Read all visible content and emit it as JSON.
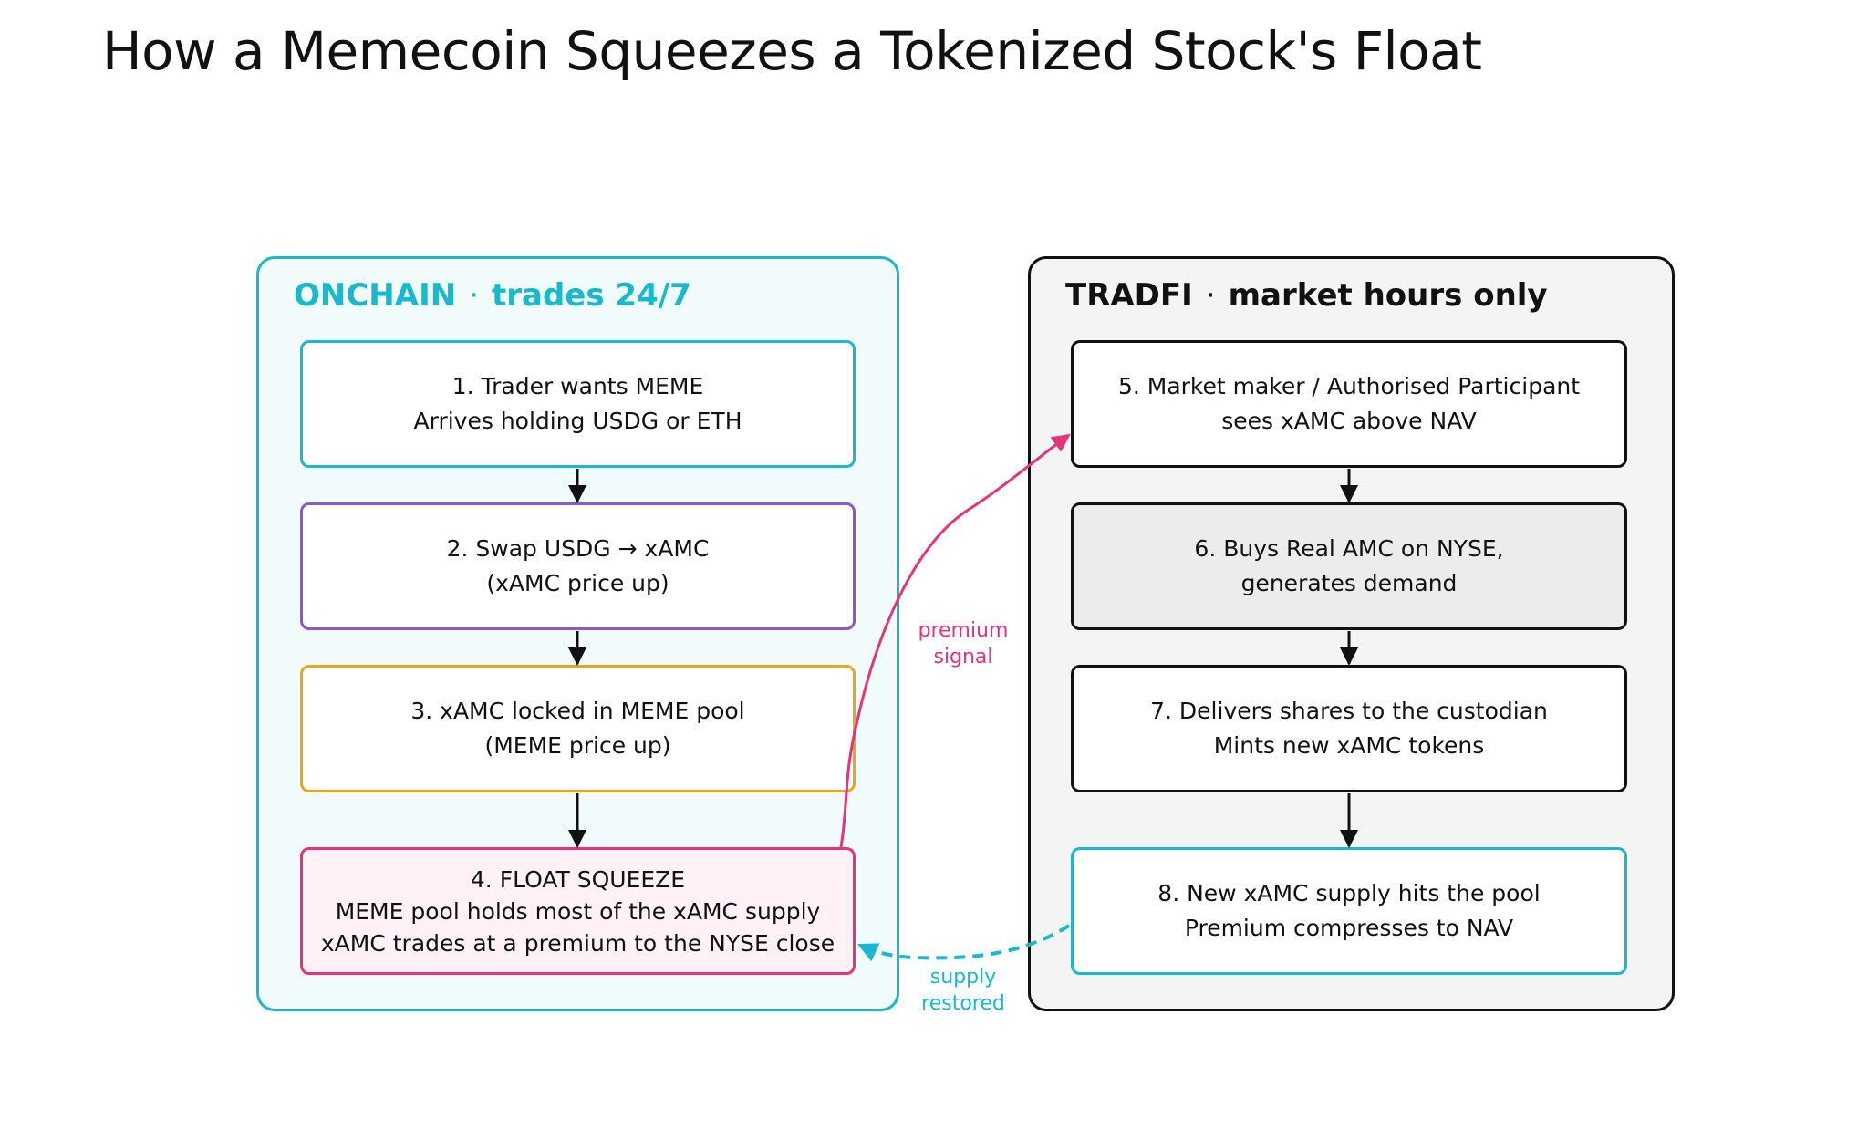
{
  "title": "How a Memecoin Squeezes a Tokenized Stock's Float",
  "onchain": {
    "name": "ONCHAIN",
    "separator": "·",
    "subtitle": "trades 24/7",
    "steps": [
      {
        "line1": "1.  Trader wants MEME",
        "line2": "Arrives holding USDG or ETH"
      },
      {
        "line1": "2.  Swap USDG → xAMC",
        "line2": "(xAMC price up)"
      },
      {
        "line1": "3.  xAMC locked in MEME pool",
        "line2": "(MEME price up)"
      },
      {
        "line1": "4.  FLOAT SQUEEZE",
        "line2": "MEME pool holds most of the xAMC supply",
        "line3": "xAMC trades at a premium to the NYSE close"
      }
    ]
  },
  "tradfi": {
    "name": "TRADFI",
    "separator": "·",
    "subtitle": "market hours only",
    "steps": [
      {
        "line1": "5.  Market maker / Authorised Participant",
        "line2": "sees xAMC above NAV"
      },
      {
        "line1": "6.  Buys Real AMC on NYSE,",
        "line2": "generates demand"
      },
      {
        "line1": "7.  Delivers shares to the custodian",
        "line2": "Mints new xAMC tokens"
      },
      {
        "line1": "8.  New xAMC supply hits the pool",
        "line2": "Premium compresses to NAV"
      }
    ]
  },
  "links": {
    "premium": {
      "line1": "premium",
      "line2": "signal",
      "color": "#e6337d"
    },
    "supply": {
      "line1": "supply",
      "line2": "restored",
      "color": "#19b8cc"
    }
  },
  "colors": {
    "cyan": "#19b8cc",
    "purple": "#8e57c9",
    "orange": "#eba51a",
    "pink": "#e6337d",
    "black": "#111111"
  }
}
